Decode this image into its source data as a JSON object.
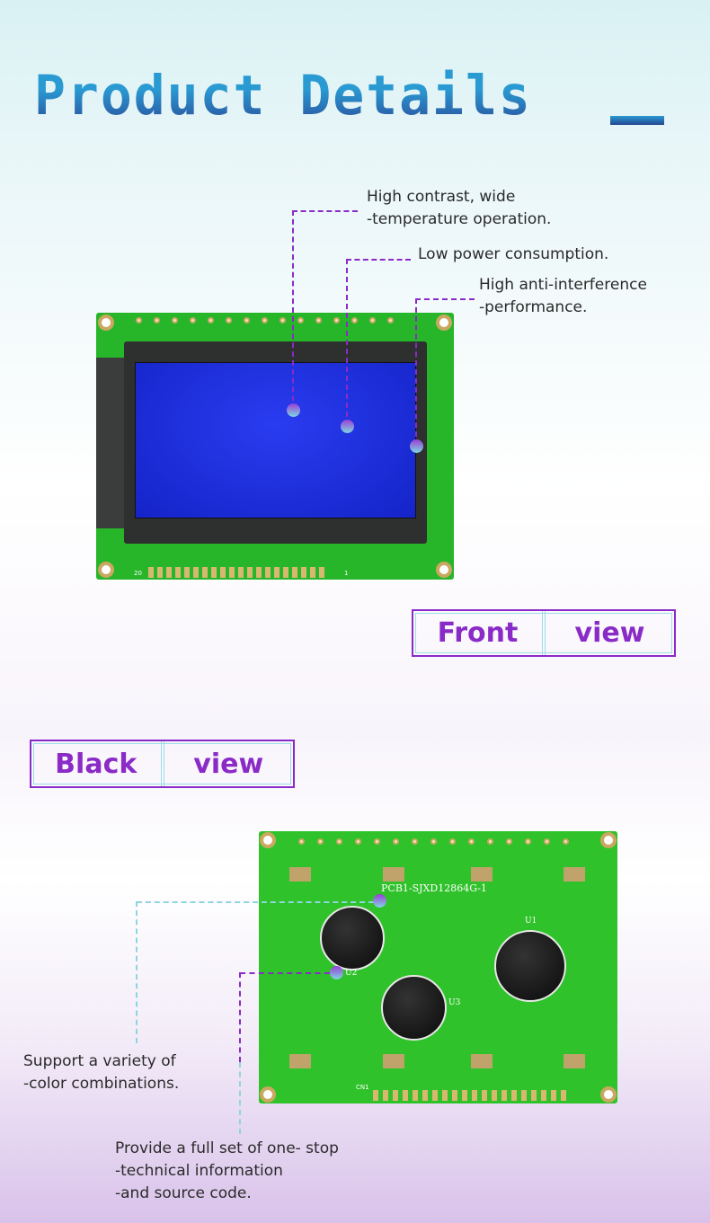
{
  "header": {
    "title": "Product Details"
  },
  "front": {
    "callouts": [
      "High contrast, wide\n-temperature operation.",
      "Low power consumption.",
      "High anti-interference\n-performance."
    ],
    "tag": [
      "Front",
      "view"
    ],
    "pin_labels": [
      "20",
      "1"
    ]
  },
  "back": {
    "tag": [
      "Black",
      "view"
    ],
    "pcb_label": "PCB1-SJXD12864G-1",
    "chip_labels": [
      "U1",
      "U2",
      "U3"
    ],
    "connector_label": "CN1",
    "callouts": [
      "Support a variety of\n-color combinations.",
      "Provide a full set of one- stop\n-technical information\n-and source code."
    ]
  }
}
